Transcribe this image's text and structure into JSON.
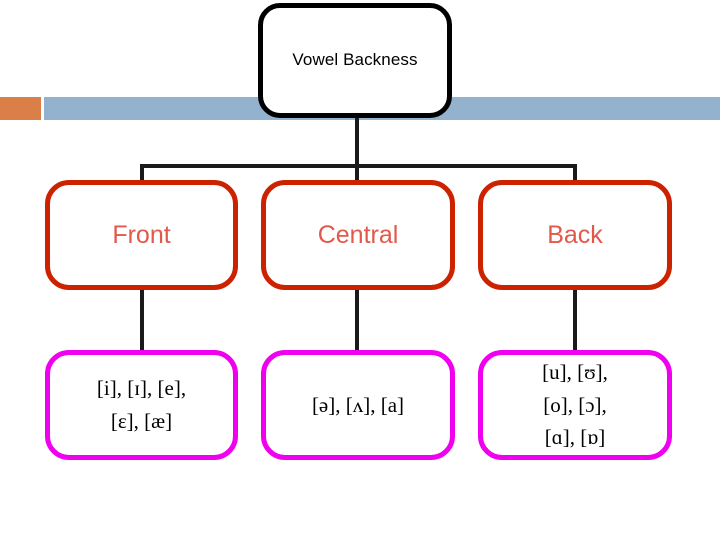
{
  "slide": {
    "title_box": {
      "label": "Vowel Backness"
    },
    "banner": {
      "accent_color": "#db7f48",
      "bar_color": "#92b2ce"
    },
    "colors": {
      "title_border": "#000000",
      "category_border": "#cc2200",
      "category_text": "#e2584a",
      "example_border": "#ef00ef",
      "example_text": "#000000",
      "connector": "#1a1a1a"
    },
    "categories": [
      {
        "label": "Front",
        "examples_lines": [
          "[i], [ɪ], [e],",
          "[ɛ], [æ]"
        ]
      },
      {
        "label": "Central",
        "examples_lines": [
          "[ə], [ʌ], [a]"
        ]
      },
      {
        "label": "Back",
        "examples_lines": [
          "[u], [ʊ],",
          "[o], [ɔ],",
          "[ɑ], [ɒ]"
        ]
      }
    ]
  }
}
